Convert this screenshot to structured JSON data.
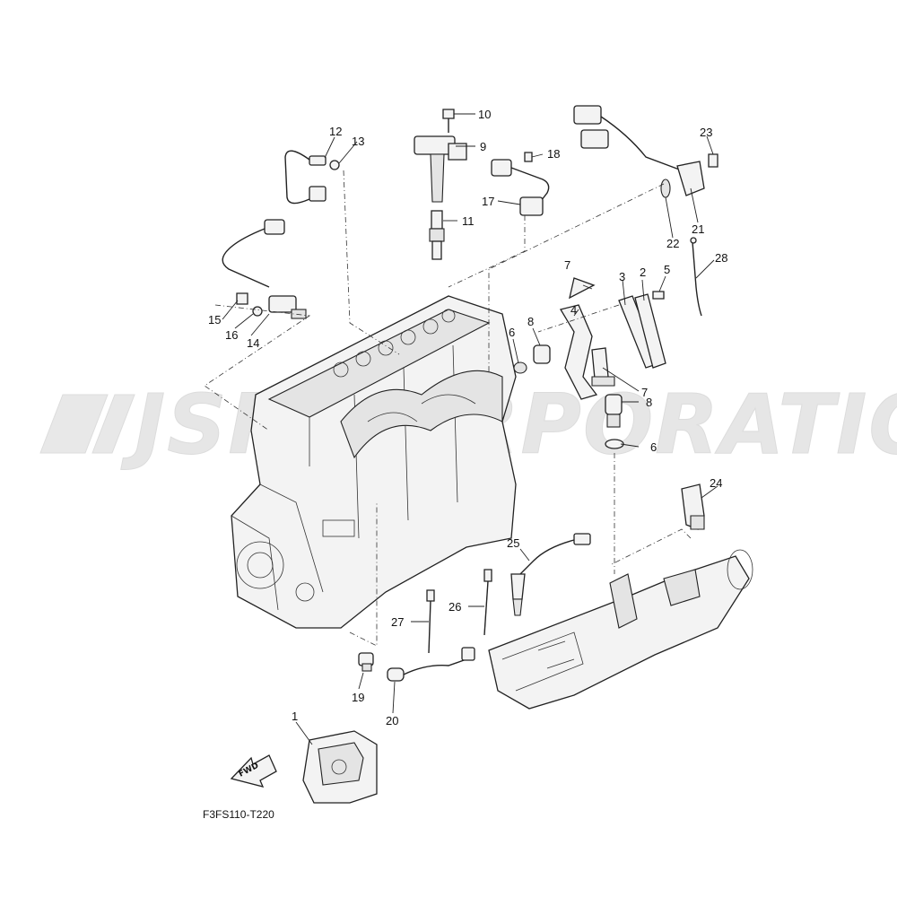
{
  "watermark": "JSP CORPORATION",
  "diagram_code": "F3FS110-T220",
  "fwd_label": "FWD",
  "callouts": [
    {
      "id": "c1",
      "label": "1"
    },
    {
      "id": "c2",
      "label": "2"
    },
    {
      "id": "c3",
      "label": "3"
    },
    {
      "id": "c4",
      "label": "4"
    },
    {
      "id": "c5",
      "label": "5"
    },
    {
      "id": "c6a",
      "label": "6"
    },
    {
      "id": "c6b",
      "label": "6"
    },
    {
      "id": "c7a",
      "label": "7"
    },
    {
      "id": "c7b",
      "label": "7"
    },
    {
      "id": "c8a",
      "label": "8"
    },
    {
      "id": "c8b",
      "label": "8"
    },
    {
      "id": "c9",
      "label": "9"
    },
    {
      "id": "c10",
      "label": "10"
    },
    {
      "id": "c11",
      "label": "11"
    },
    {
      "id": "c12",
      "label": "12"
    },
    {
      "id": "c13",
      "label": "13"
    },
    {
      "id": "c14",
      "label": "14"
    },
    {
      "id": "c15",
      "label": "15"
    },
    {
      "id": "c16",
      "label": "16"
    },
    {
      "id": "c17",
      "label": "17"
    },
    {
      "id": "c18",
      "label": "18"
    },
    {
      "id": "c19",
      "label": "19"
    },
    {
      "id": "c20",
      "label": "20"
    },
    {
      "id": "c21",
      "label": "21"
    },
    {
      "id": "c22",
      "label": "22"
    },
    {
      "id": "c23",
      "label": "23"
    },
    {
      "id": "c24",
      "label": "24"
    },
    {
      "id": "c25",
      "label": "25"
    },
    {
      "id": "c26",
      "label": "26"
    },
    {
      "id": "c27",
      "label": "27"
    },
    {
      "id": "c28",
      "label": "28"
    }
  ]
}
